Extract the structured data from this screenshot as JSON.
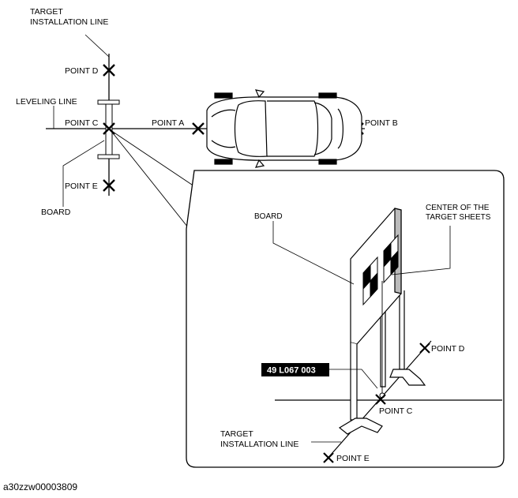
{
  "labels": {
    "target_installation_line_top": [
      "TARGET",
      "INSTALLATION LINE"
    ],
    "point_d": "POINT D",
    "leveling_line": "LEVELING LINE",
    "point_c": "POINT C",
    "point_a": "POINT A",
    "point_b": "POINT B",
    "point_e": "POINT E",
    "board": "BOARD"
  },
  "detail": {
    "board": "BOARD",
    "center_of_target_sheets": [
      "CENTER OF THE",
      "TARGET SHEETS"
    ],
    "part_number": "49 L067 003",
    "point_d": "POINT D",
    "point_c": "POINT C",
    "target_installation_line": [
      "TARGET",
      "INSTALLATION LINE"
    ],
    "point_e": "POINT E"
  },
  "caption": "a30zzw00003809"
}
